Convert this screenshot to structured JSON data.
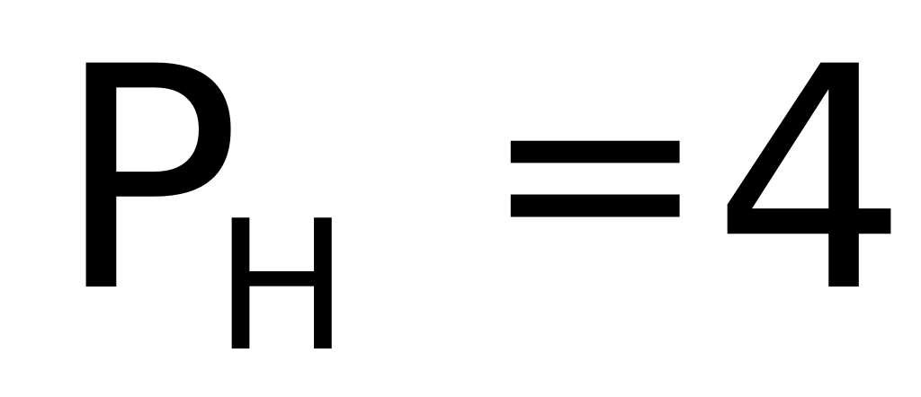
{
  "formula": {
    "variable": "P",
    "subscript": "H",
    "operator": "=",
    "value": "4"
  }
}
